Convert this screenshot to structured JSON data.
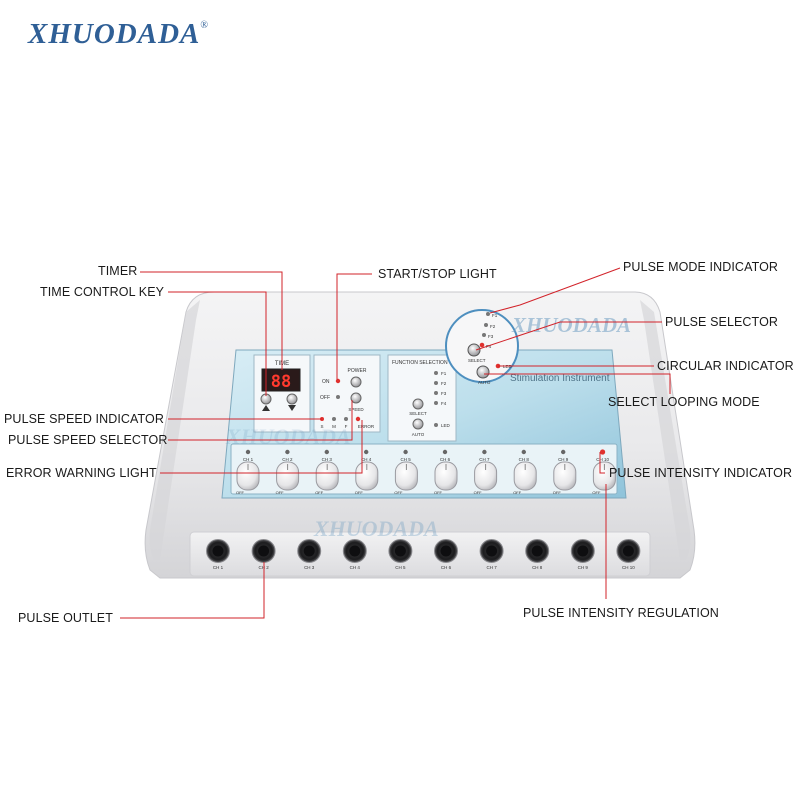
{
  "brand": {
    "name": "XHUODADA",
    "mark": "®"
  },
  "device": {
    "timer": {
      "title": "TIME",
      "display": "88"
    },
    "power": {
      "title": "POWER",
      "on": "ON",
      "off": "OFF",
      "speed": "SPEED",
      "speed_labels": [
        "S",
        "M",
        "F"
      ],
      "error": "ERROR"
    },
    "function": {
      "title": "FUNCTION SELECTION",
      "modes": [
        "F1",
        "F2",
        "F3",
        "F4"
      ],
      "select": "SELECT",
      "auto": "AUTO",
      "led": "LED"
    },
    "instrument": "Stimulation Instrument",
    "channels": [
      "CH 1",
      "CH 2",
      "CH 3",
      "CH 4",
      "CH 5",
      "CH 6",
      "CH 7",
      "CH 8",
      "CH 9",
      "CH 10"
    ],
    "knob_off": "OFF",
    "zoom_modes": [
      "F1",
      "F2",
      "F3",
      "F4"
    ],
    "zoom_select": "SELECT",
    "zoom_auto": "AUTO",
    "zoom_led": "LED"
  },
  "labels": {
    "timer": "TIMER",
    "time_control_key": "TIME CONTROL KEY",
    "start_stop_light": "START/STOP LIGHT",
    "pulse_mode_indicator": "PULSE MODE INDICATOR",
    "pulse_selector": "PULSE SELECTOR",
    "circular_indicator": "CIRCULAR INDICATOR",
    "select_looping_mode": "SELECT LOOPING MODE",
    "pulse_speed_indicator": "PULSE SPEED INDICATOR",
    "pulse_speed_selector": "PULSE SPEED SELECTOR",
    "error_warning_light": "ERROR WARNING LIGHT",
    "pulse_intensity_indicator": "PULSE INTENSITY INDICATOR",
    "pulse_intensity_regulation": "PULSE INTENSITY REGULATION",
    "pulse_outlet": "PULSE OUTLET"
  },
  "colors": {
    "leader": "#d2232a",
    "panel": "#bfe0ee",
    "brand": "#2f5f96",
    "led_red": "#e0312e"
  }
}
